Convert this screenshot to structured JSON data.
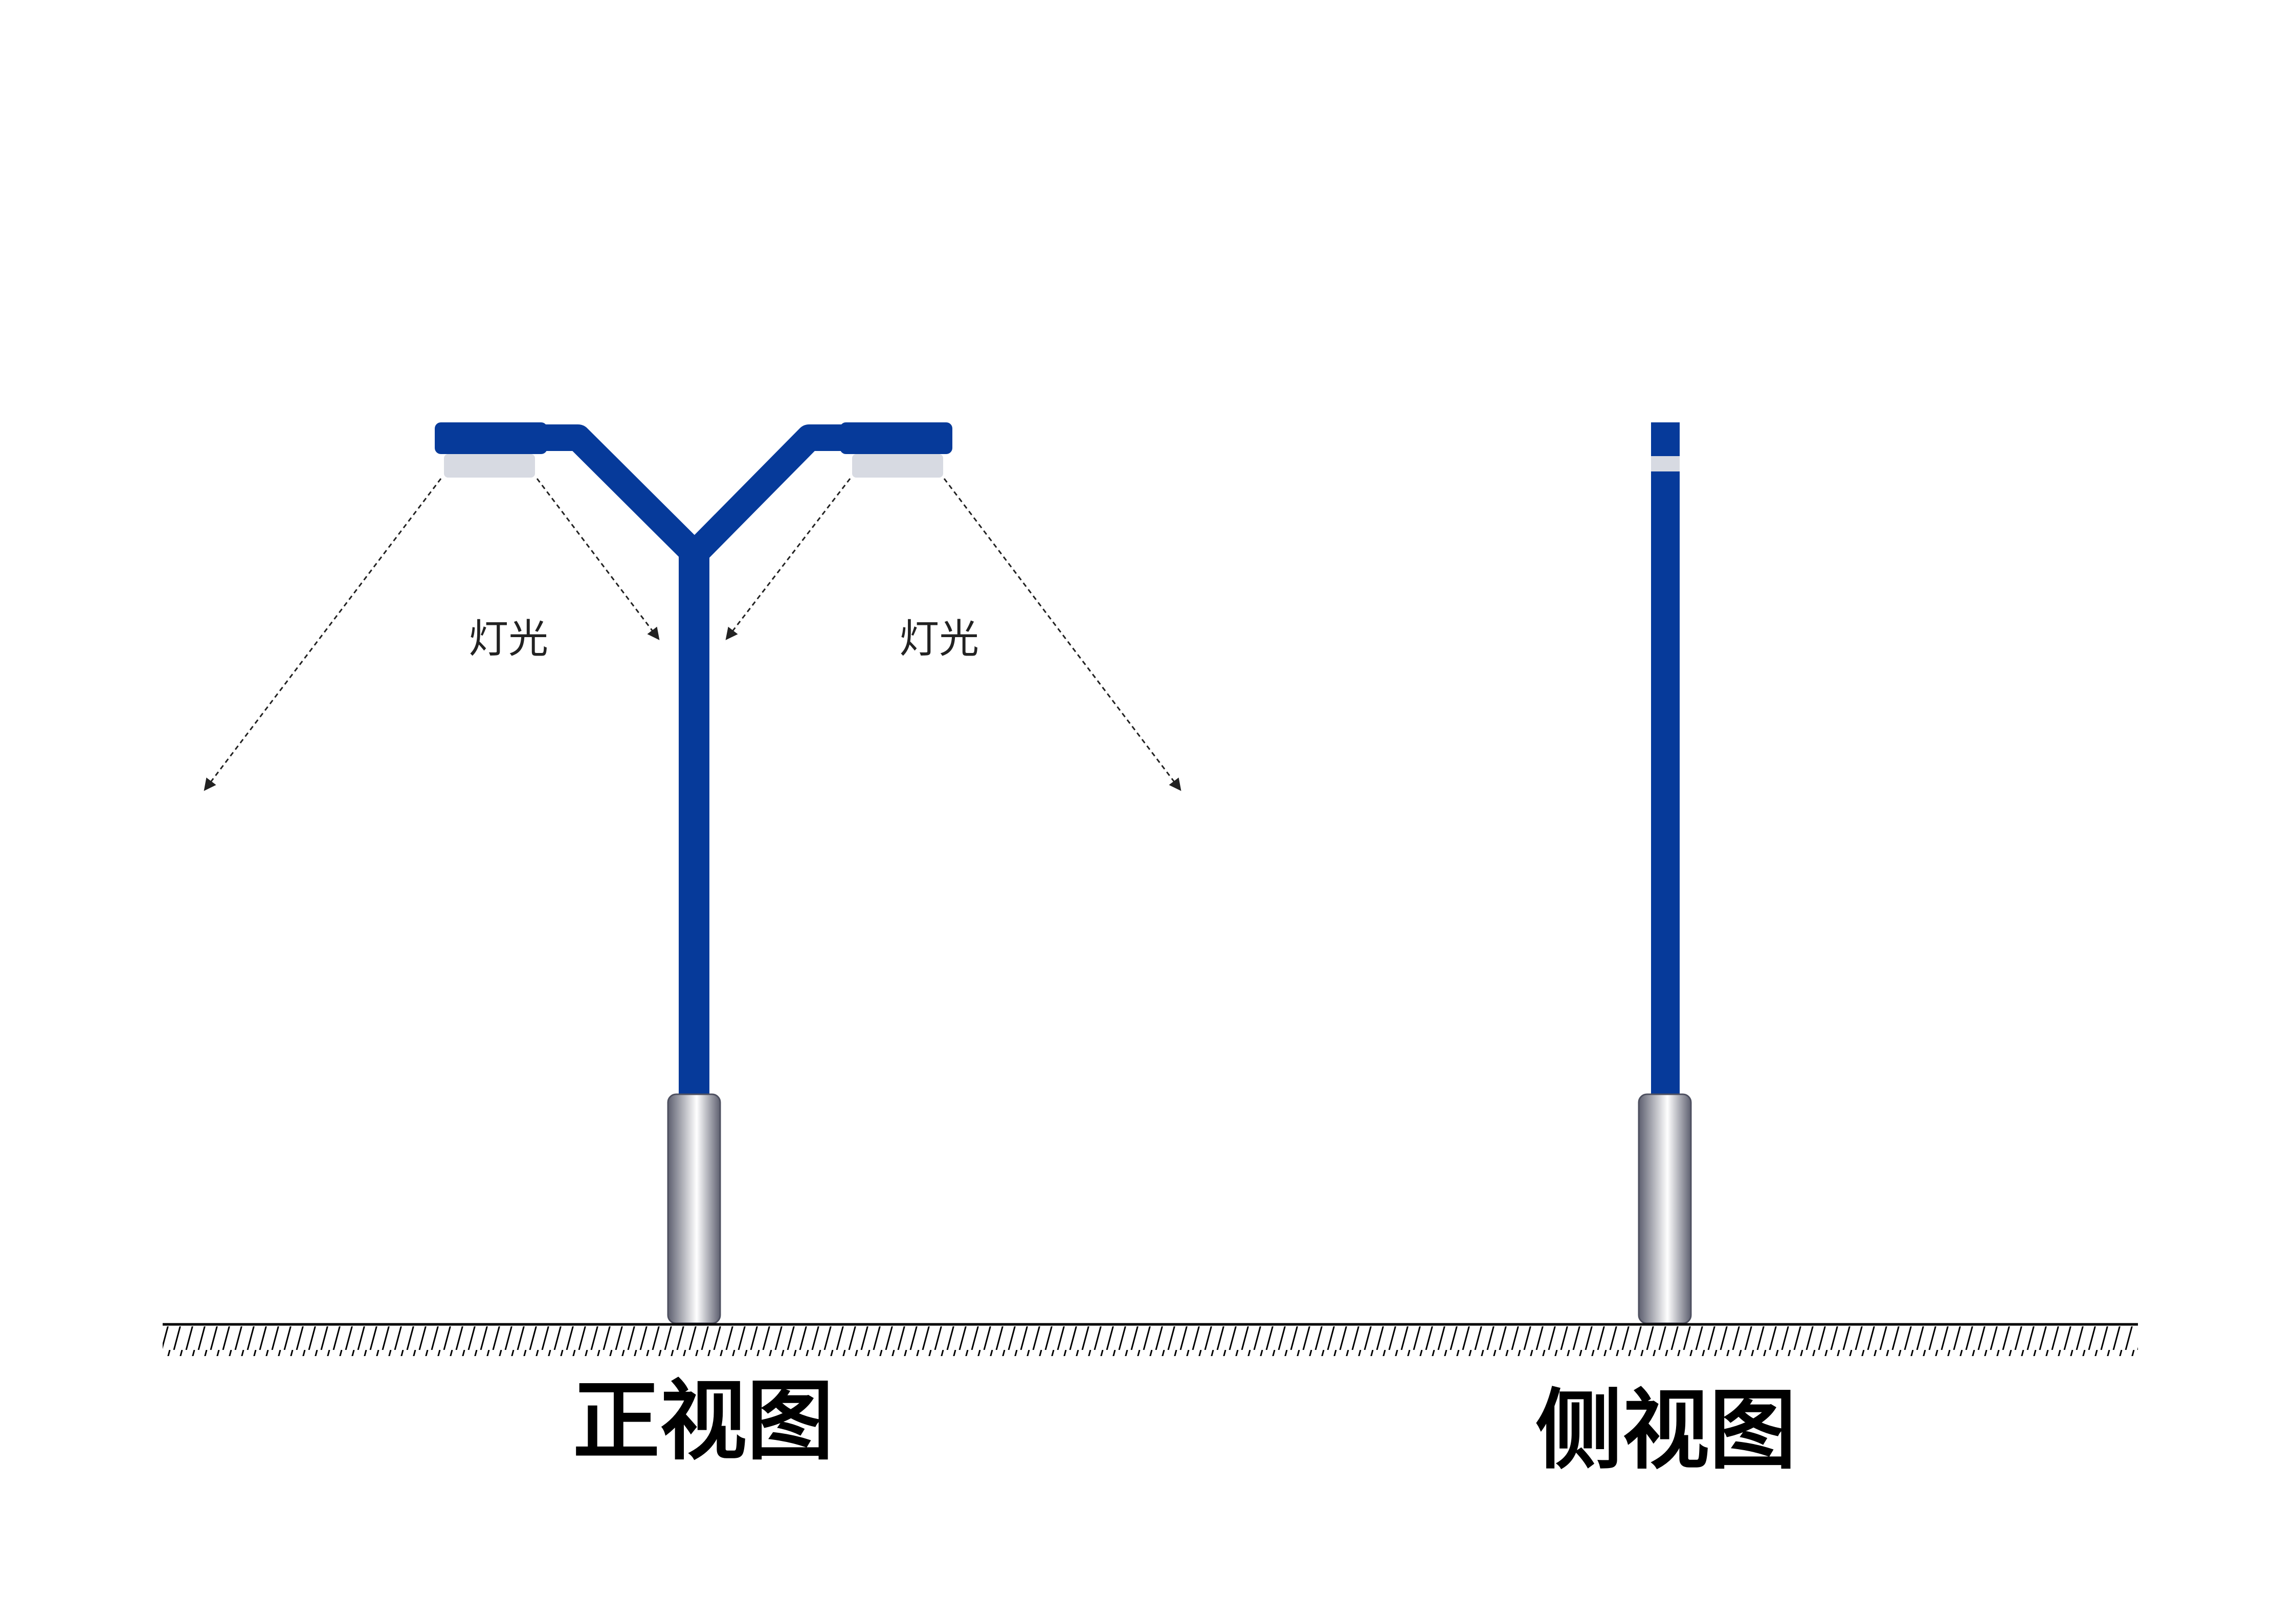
{
  "labels": {
    "light_left": "灯光",
    "light_right": "灯光"
  },
  "views": {
    "front_title": "正视图",
    "side_title": "侧视图"
  },
  "colors": {
    "pole_blue": "#063A9A",
    "lamp_lens": "#D7DAE2",
    "base_steel_dark": "#5E6070",
    "base_steel_light": "#FFFFFF",
    "ground_line": "#000000",
    "ray_line": "#222222",
    "background": "#FFFFFF"
  }
}
